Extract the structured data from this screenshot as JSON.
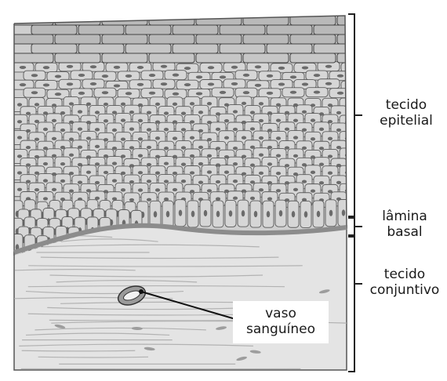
{
  "labels": {
    "epithelial": {
      "line1": "tecido",
      "line2": "epitelial"
    },
    "basal": {
      "line1": "lâmina",
      "line2": "basal"
    },
    "connective": {
      "line1": "tecido",
      "line2": "conjuntivo"
    },
    "vessel": {
      "line1": "vaso",
      "line2": "sanguíneo"
    }
  },
  "colors": {
    "background": "#ffffff",
    "cell_fill": "#d6d6d6",
    "cell_stroke": "#5a5a5a",
    "nucleus": "#6b6b6b",
    "top_layer": "#b9b9b9",
    "basal_lamina": "#8c8c8c",
    "connective": "#e4e4e4",
    "fiber": "#b2b2b2",
    "bracket": "#222222"
  }
}
